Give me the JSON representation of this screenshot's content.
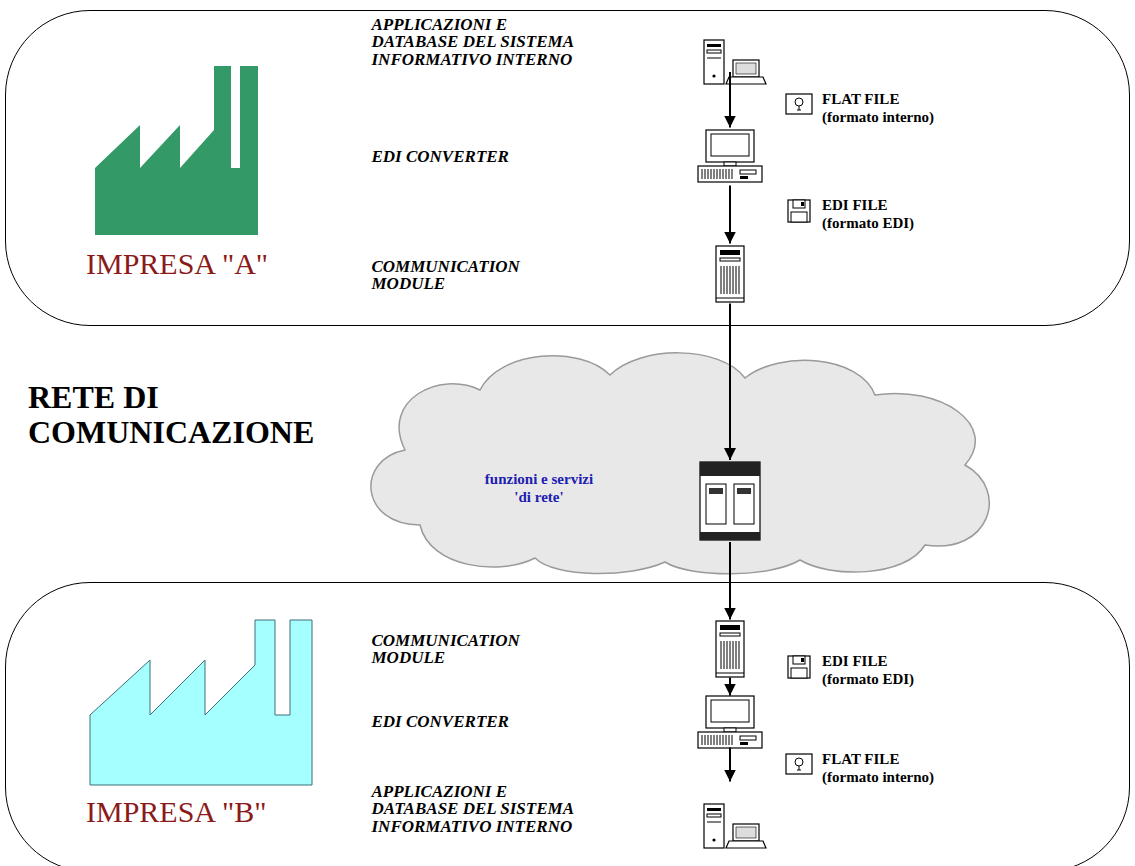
{
  "diagram": {
    "nodes": [
      {
        "text": [
          "IMPRESA \"A\""
        ]
      },
      {
        "text": [
          "APPLICAZIONI E DATABASE DEL SISTEMA INFORMATIVO INTERNO"
        ],
        "in": 0
      },
      {
        "text": [
          "EDI CONVERTER"
        ],
        "in": 0
      },
      {
        "text": [
          "COMMUNICATION MODULE"
        ],
        "in": 0
      },
      {
        "text": [
          "funzioni e servizi 'di rete'"
        ]
      },
      {
        "text": [
          "IMPRESA \"B\""
        ]
      },
      {
        "text": [
          "COMMUNICATION MODULE"
        ],
        "in": 5
      },
      {
        "text": [
          "EDI CONVERTER"
        ],
        "in": 5
      },
      {
        "text": [
          "APPLICAZIONI E DATABASE DEL SISTEMA INFORMATIVO INTERNO"
        ],
        "in": 5
      }
    ],
    "edges": [
      {
        "from": 1,
        "to": 2,
        "arrow": "to",
        "label": "FLAT FILE (formato interno)"
      },
      {
        "from": 2,
        "to": 3,
        "arrow": "to",
        "label": "EDI FILE (formato EDI)"
      },
      {
        "from": 3,
        "to": 4,
        "arrow": "to"
      },
      {
        "from": 4,
        "to": 6,
        "arrow": "to"
      },
      {
        "from": 6,
        "to": 7,
        "arrow": "to",
        "label": "EDI FILE (formato EDI)"
      },
      {
        "from": 7,
        "to": 8,
        "arrow": "to",
        "label": "FLAT FILE (formato interno)"
      }
    ],
    "labels": [
      "RETE DI COMUNICAZIONE"
    ]
  }
}
